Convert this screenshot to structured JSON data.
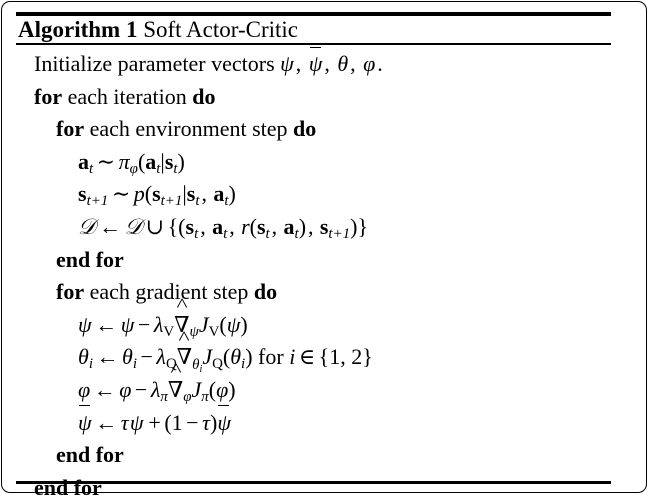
{
  "algorithm": {
    "label_keyword": "Algorithm",
    "number": "1",
    "title": "Soft Actor-Critic",
    "caption_full": "Algorithm 1 Soft Actor-Critic",
    "frame": {
      "border_color": "#000000",
      "background": "#ffffff",
      "text_color": "#000000",
      "top_rule": true,
      "mid_rule": true,
      "bottom_rule": true
    },
    "keywords": {
      "for": "for",
      "do": "do",
      "end_for": "end for"
    },
    "lines": [
      {
        "id": "line-init",
        "indent": 0,
        "type": "statement",
        "text": "Initialize parameter vectors ψ, ψ̄, θ, φ.",
        "plain": "Initialize parameter vectors psi, psi-bar, theta, phi."
      },
      {
        "id": "line-for-iteration",
        "indent": 0,
        "type": "loop-open",
        "text": "for each iteration do",
        "loop_body": "each iteration"
      },
      {
        "id": "line-for-env-step",
        "indent": 1,
        "type": "loop-open",
        "text": "for each environment step do",
        "loop_body": "each environment step"
      },
      {
        "id": "line-sample-action",
        "indent": 2,
        "type": "math",
        "text": "a_t ~ π_φ(a_t|s_t)",
        "plain": "a_t sampled from pi_phi(a_t | s_t)"
      },
      {
        "id": "line-sample-state",
        "indent": 2,
        "type": "math",
        "text": "s_{t+1} ~ p(s_{t+1}|s_t, a_t)",
        "plain": "s_{t+1} sampled from p(s_{t+1} | s_t, a_t)"
      },
      {
        "id": "line-replay-buffer",
        "indent": 2,
        "type": "math",
        "text": "D ← D ∪ {(s_t, a_t, r(s_t, a_t), s_{t+1})}",
        "plain": "D gets D union {(s_t, a_t, r(s_t, a_t), s_{t+1})}"
      },
      {
        "id": "line-end-for-env",
        "indent": 1,
        "type": "loop-close",
        "text": "end for"
      },
      {
        "id": "line-for-gradient-step",
        "indent": 1,
        "type": "loop-open",
        "text": "for each gradient step do",
        "loop_body": "each gradient step"
      },
      {
        "id": "line-update-psi",
        "indent": 2,
        "type": "math",
        "text": "ψ ← ψ − λ_V ∇̂_ψ J_V(ψ)",
        "plain": "psi gets psi minus lambda_V grad-hat_psi J_V(psi)"
      },
      {
        "id": "line-update-theta",
        "indent": 2,
        "type": "math",
        "text": "θ_i ← θ_i − λ_Q ∇̂_{θ_i} J_Q(θ_i) for i ∈ {1, 2}",
        "plain": "theta_i gets theta_i minus lambda_Q grad-hat_{theta_i} J_Q(theta_i) for i in {1,2}",
        "suffix_for": "for",
        "index_set": "{1, 2}"
      },
      {
        "id": "line-update-phi",
        "indent": 2,
        "type": "math",
        "text": "φ ← φ − λ_π ∇̂_φ J_π(φ)",
        "plain": "phi gets phi minus lambda_pi grad-hat_phi J_pi(phi)"
      },
      {
        "id": "line-update-psi-bar",
        "indent": 2,
        "type": "math",
        "text": "ψ̄ ← τψ + (1 − τ)ψ̄",
        "plain": "psi-bar gets tau psi plus (1 minus tau) psi-bar"
      },
      {
        "id": "line-end-for-gradient",
        "indent": 1,
        "type": "loop-close",
        "text": "end for"
      },
      {
        "id": "line-end-for-iteration",
        "indent": 0,
        "type": "loop-close",
        "text": "end for"
      }
    ],
    "symbols": {
      "psi": "ψ",
      "psi_bar": "ψ̄",
      "theta": "θ",
      "phi": "φ",
      "tau": "τ",
      "lambda": "λ",
      "pi": "π",
      "nabla_hat": "∇̂",
      "gets": "←",
      "sim": "∼",
      "cup": "∪",
      "in": "∈",
      "mathcal_D": "𝒟",
      "minus": "−",
      "plus": "+"
    }
  }
}
